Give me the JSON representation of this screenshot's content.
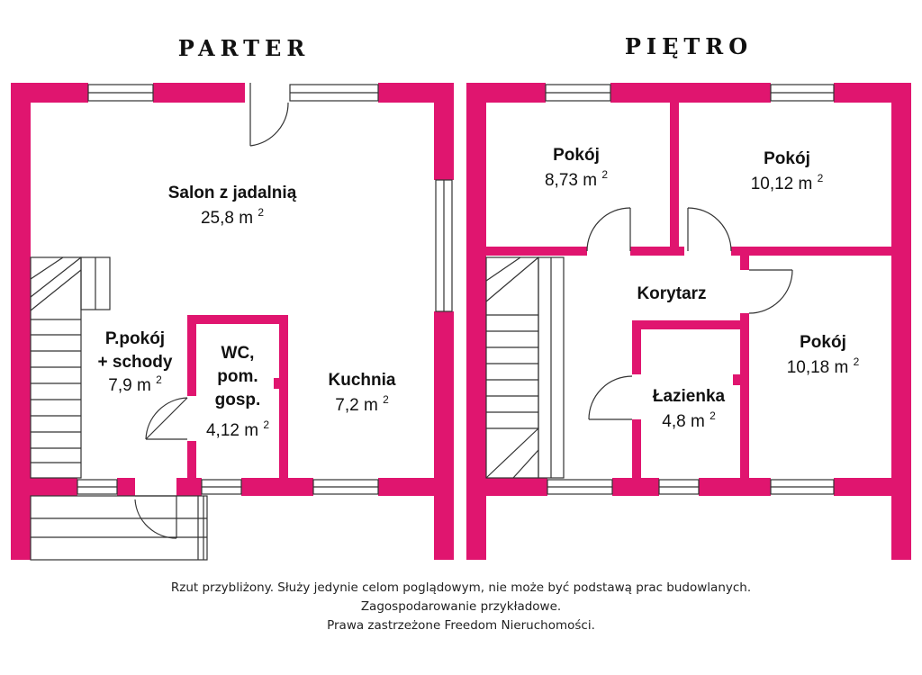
{
  "titles": {
    "ground": "PARTER",
    "upper": "PIĘTRO"
  },
  "unit": "m",
  "unit_exp": "2",
  "ground_rooms": [
    {
      "name_lines": [
        "Salon z jadalnią"
      ],
      "area": "25,8"
    },
    {
      "name_lines": [
        "P.pokój",
        "+ schody"
      ],
      "area": "7,9"
    },
    {
      "name_lines": [
        "WC,",
        "pom.",
        "gosp."
      ],
      "area": "4,12"
    },
    {
      "name_lines": [
        "Kuchnia"
      ],
      "area": "7,2"
    }
  ],
  "upper_rooms": [
    {
      "name_lines": [
        "Pokój"
      ],
      "area": "8,73"
    },
    {
      "name_lines": [
        "Pokój"
      ],
      "area": "10,12"
    },
    {
      "name_lines": [
        "Korytarz"
      ],
      "area": ""
    },
    {
      "name_lines": [
        "Pokój"
      ],
      "area": "10,18"
    },
    {
      "name_lines": [
        "Łazienka"
      ],
      "area": "4,8"
    }
  ],
  "disclaimer": {
    "line1": "Rzut przybliżony. Służy jedynie celom poglądowym, nie może być podstawą prac budowlanych.",
    "line2": "Zagospodarowanie przykładowe.",
    "line3": "Prawa zastrzeżone Freedom Nieruchomości."
  },
  "colors": {
    "wall": "#e0156f",
    "line": "#333333",
    "text": "#111111"
  }
}
